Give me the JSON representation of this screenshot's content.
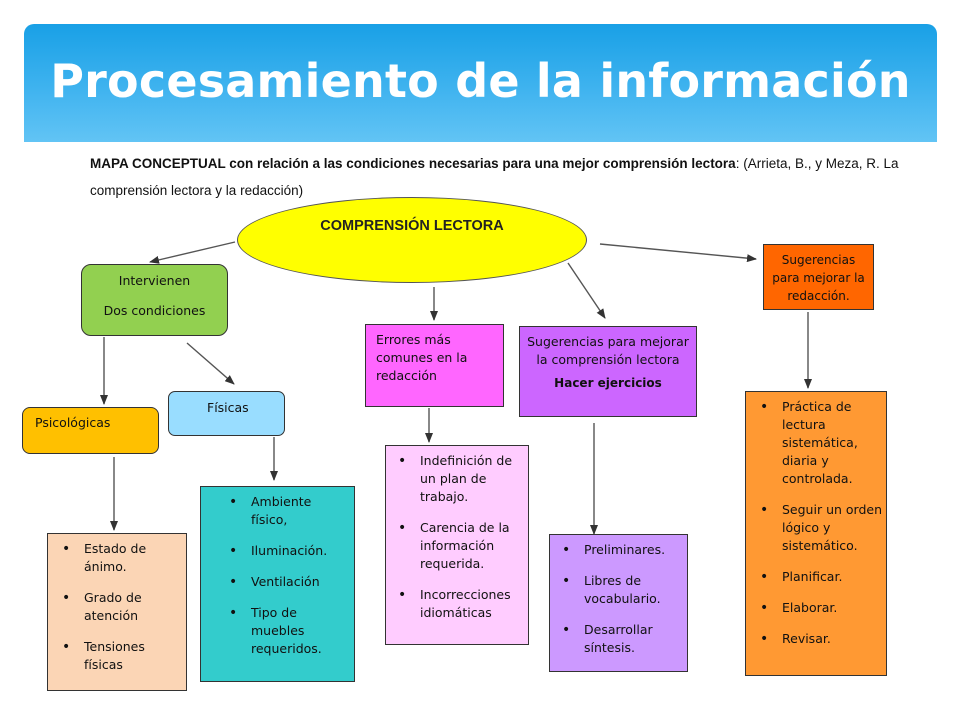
{
  "header": {
    "title": "Procesamiento de la información"
  },
  "caption": {
    "bold": "MAPA CONCEPTUAL con relación a las condiciones necesarias para una mejor comprensión lectora",
    "rest": ": (Arrieta, B., y Meza, R. La comprensión lectora y la redacción)"
  },
  "center": {
    "label": "COMPRENSIÓN LECTORA"
  },
  "intervienen": {
    "line1": "Intervienen",
    "line2": "Dos  condiciones"
  },
  "psicologicas": {
    "label": "Psicológicas",
    "items": [
      "Estado de ánimo.",
      "Grado de atención",
      "Tensiones físicas"
    ]
  },
  "fisicas": {
    "label": "Físicas",
    "items": [
      "Ambiente físico,",
      "Iluminación.",
      "Ventilación",
      "Tipo de muebles requeridos."
    ]
  },
  "errores": {
    "label": "Errores más comunes en la redacción",
    "items": [
      "Indefinición de un plan de trabajo.",
      "Carencia de la información requerida.",
      "Incorrecciones idiomáticas"
    ]
  },
  "sugerencias_comprension": {
    "label": "Sugerencias para mejorar la comprensión lectora",
    "sub": "Hacer ejercicios",
    "items": [
      "Preliminares.",
      "Libres de vocabulario.",
      "Desarrollar síntesis."
    ]
  },
  "sugerencias_redaccion": {
    "label": "Sugerencias para mejorar la redacción.",
    "items": [
      "Práctica de lectura sistemática, diaria y controlada.",
      "Seguir un orden lógico y sistemático.",
      "Planificar.",
      "Elaborar.",
      "Revisar."
    ]
  },
  "colors": {
    "header": "#2aa9ea",
    "center": "#ffff00",
    "intervienen": "#92d050",
    "psicologicas": "#ffc000",
    "fisicas": "#99ddff",
    "fisicas_list": "#33cccc",
    "psicologicas_list": "#fbd5b5",
    "errores": "#ff66ff",
    "errores_list": "#ffccff",
    "sugerencias_comprension": "#cc66ff",
    "sugerencias_comprension_list": "#cc99ff",
    "sugerencias_redaccion": "#ff6600",
    "sugerencias_redaccion_list": "#ff9933"
  }
}
